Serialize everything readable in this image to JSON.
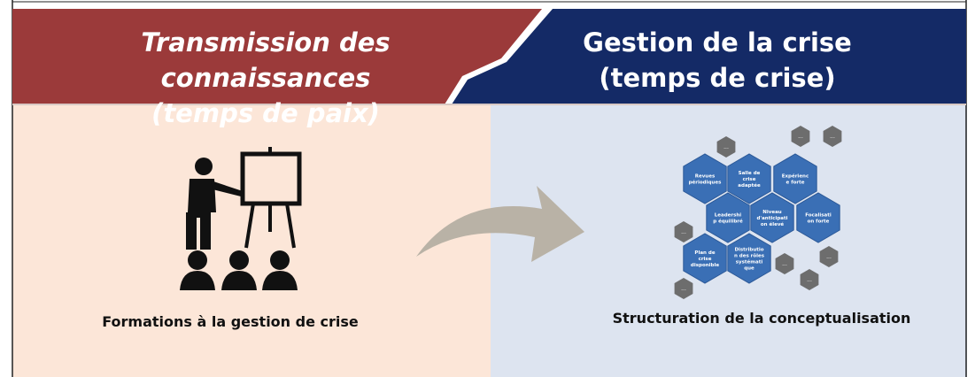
{
  "left": {
    "title_line1": "Transmission des connaissances",
    "title_line2": "(temps de paix)",
    "caption": "Formations à la gestion de crise",
    "colors": {
      "banner": "#9b3a3a",
      "panel": "#fce6d8"
    }
  },
  "right": {
    "title_line1": "Gestion de la crise",
    "title_line2": "(temps de crise)",
    "caption": "Structuration de la conceptualisation",
    "colors": {
      "banner": "#142a66",
      "panel": "#dde4f0"
    },
    "hexagons": [
      {
        "label": "Revues\npériodiques"
      },
      {
        "label": "Salle de\ncrise\nadaptée"
      },
      {
        "label": "Expérienc\ne forte"
      },
      {
        "label": "Leadershi\np équilibré"
      },
      {
        "label": "Niveau\nd'anticipati\non élevé"
      },
      {
        "label": "Focalisati\non forte"
      },
      {
        "label": "Plan de\ncrise\ndisponible"
      },
      {
        "label": "Distributio\nn des rôles\nsystémati\nque"
      }
    ],
    "small_hexagon_label": "..."
  },
  "arrow_color": "#b9b2a6"
}
